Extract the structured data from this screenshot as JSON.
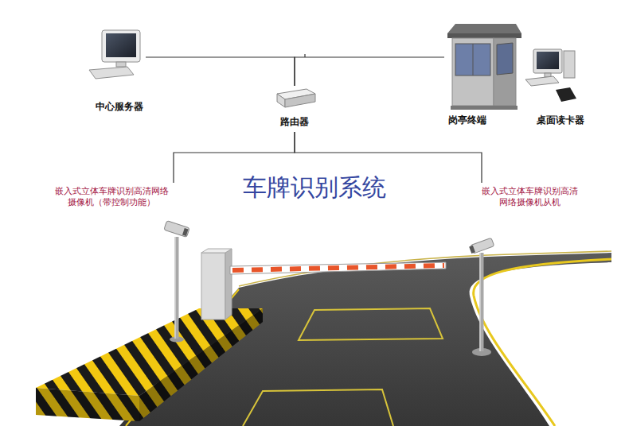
{
  "diagram": {
    "title": "车牌识别系统",
    "nodes": [
      {
        "text": [
          "中心服务器"
        ]
      },
      {
        "text": [
          "路由器"
        ]
      },
      {
        "text": [
          "岗亭终端"
        ]
      },
      {
        "text": [
          "桌面读卡器"
        ]
      },
      {
        "text": [
          "嵌入式立体车牌识别高清网络 摄像机（带控制功能）"
        ]
      },
      {
        "text": [
          "嵌入式立体车牌识别高清 网络摄像机从机"
        ]
      }
    ],
    "edges": [
      {
        "from": 0,
        "to": 1,
        "arrow": "none"
      },
      {
        "from": 1,
        "to": 2,
        "arrow": "none"
      },
      {
        "from": 1,
        "to": 4,
        "arrow": "none"
      },
      {
        "from": 1,
        "to": 5,
        "arrow": "none"
      }
    ]
  }
}
